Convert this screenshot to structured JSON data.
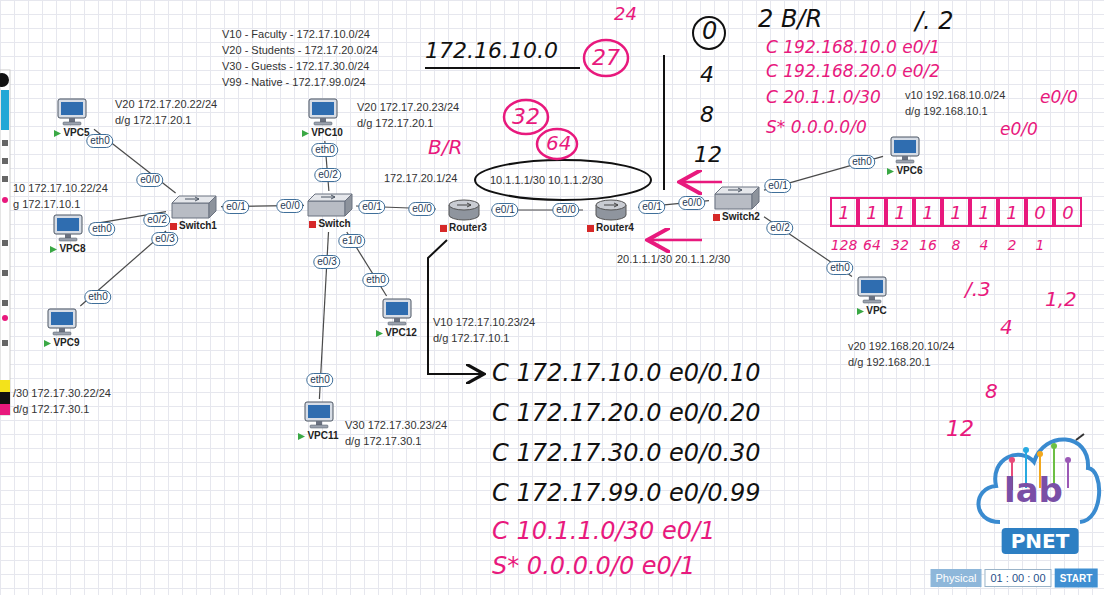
{
  "diagram": {
    "nodes": [
      {
        "text": [
          "VPC5"
        ]
      },
      {
        "text": [
          "Switch1"
        ]
      },
      {
        "text": [
          "VPC8"
        ]
      },
      {
        "text": [
          "VPC9"
        ]
      },
      {
        "text": [
          "VPC10"
        ]
      },
      {
        "text": [
          "Switch"
        ]
      },
      {
        "text": [
          "VPC12"
        ]
      },
      {
        "text": [
          "VPC11"
        ]
      },
      {
        "text": [
          "Router3"
        ]
      },
      {
        "text": [
          "Router4"
        ]
      },
      {
        "text": [
          "Switch2"
        ]
      },
      {
        "text": [
          "VPC6"
        ]
      },
      {
        "text": [
          "VPC"
        ]
      }
    ],
    "edges": [
      {
        "from": 0,
        "to": 1,
        "arrow": "none"
      },
      {
        "from": 2,
        "to": 1,
        "arrow": "none"
      },
      {
        "from": 3,
        "to": 1,
        "arrow": "none"
      },
      {
        "from": 1,
        "to": 5,
        "arrow": "none"
      },
      {
        "from": 4,
        "to": 5,
        "arrow": "none"
      },
      {
        "from": 6,
        "to": 5,
        "arrow": "none"
      },
      {
        "from": 7,
        "to": 5,
        "arrow": "none"
      },
      {
        "from": 5,
        "to": 8,
        "arrow": "none"
      },
      {
        "from": 8,
        "to": 9,
        "arrow": "none"
      },
      {
        "from": 9,
        "to": 10,
        "arrow": "none"
      },
      {
        "from": 10,
        "to": 11,
        "arrow": "none"
      },
      {
        "from": 10,
        "to": 12,
        "arrow": "none"
      }
    ],
    "labels": [
      "V10 - Faculty - 172.17.10.0/24",
      "V20 - Students - 172.17.20.0/24",
      "V30 - Guests - 172.17.30.0/24",
      "V99 - Native - 172.17.99.0/24",
      "V20 172.17.20.22/24",
      "d/g 172.17.20.1",
      "10 172.17.10.22/24",
      "g 172.17.10.1",
      "/30 172.17.30.22/24",
      "d/g 172.17.30.1",
      "V20 172.17.20.23/24",
      "d/g 172.17.20.1",
      "172.17.20.1/24",
      "10.1.1.1/30 10.1.1.2/30",
      "V10 172.17.10.23/24",
      "d/g 172.17.10.1",
      "V30 172.17.30.23/24",
      "d/g 172.17.30.1",
      "20.1.1.1/30 20.1.1.2/30",
      "v10 192.168.10.0/24",
      "d/g 192.168.10.1",
      "v20 192.168.20.10/24",
      "d/g 192.168.20.1",
      "eth0",
      "e0/0",
      "eth0",
      "e0/2",
      "eth0",
      "e0/3",
      "e0/1",
      "e0/0",
      "eth0",
      "e0/2",
      "eth0",
      "e1/0",
      "eth0",
      "e0/3",
      "e0/1",
      "e0/0",
      "e0/1",
      "e0/0",
      "e0/1",
      "e0/0",
      "e0/1",
      "eth0",
      "e0/2",
      "eth0",
      "172.16.10.0",
      "24",
      "27",
      "32",
      "B/R",
      "64",
      "0",
      "4",
      "8",
      "12",
      "2 B/R",
      "/. 2",
      "C 192.168.10.0 e0/1",
      "C 192.168.20.0 e0/2",
      "C 20.1.1.0/30",
      "e0/0",
      "S* 0.0.0.0/0",
      "e0/0",
      "1",
      "1",
      "1",
      "1",
      "1",
      "1",
      "1",
      "0",
      "0",
      "128",
      "64",
      "32",
      "16",
      "8",
      "4",
      "2",
      "1",
      "/.3",
      "1,2",
      "4",
      "8",
      "12",
      "C 172.17.10.0 e0/0.10",
      "C 172.17.20.0 e0/0.20",
      "C 172.17.30.0 e0/0.30",
      "C 172.17.99.0 e0/0.99",
      "C 10.1.1.0/30 e0/1",
      "S* 0.0.0.0/0 e0/1",
      "lab",
      "PNET",
      "Physical",
      "01 : 00 : 00",
      "START"
    ]
  }
}
